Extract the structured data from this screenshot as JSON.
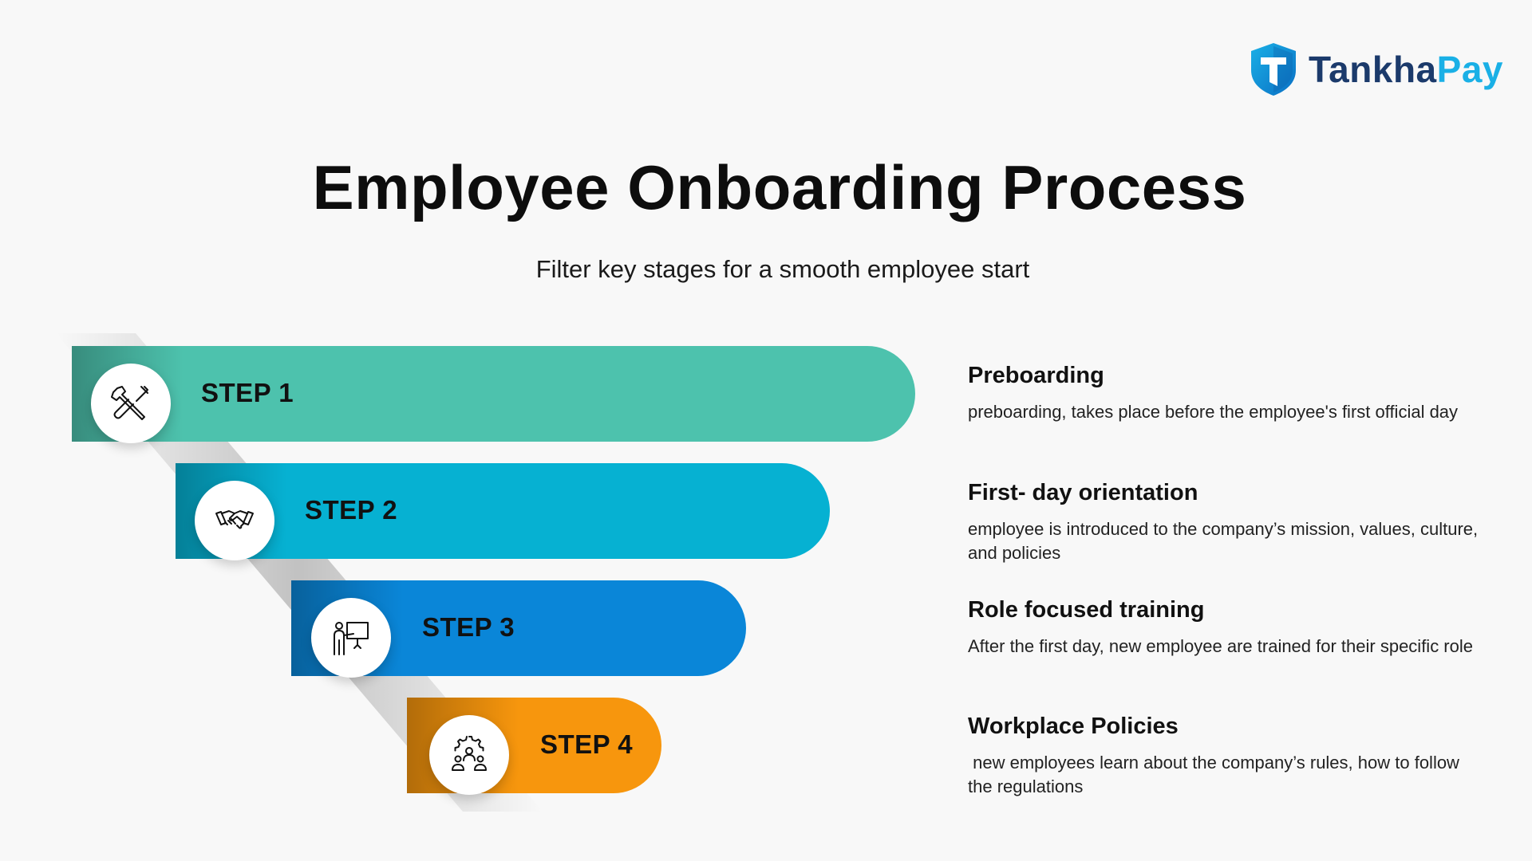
{
  "brand": {
    "name_part1": "Tankha",
    "name_part2": "Pay",
    "colors": {
      "dark": "#1b3a6b",
      "light": "#1ab0e6"
    }
  },
  "title": "Employee Onboarding Process",
  "subtitle": "Filter key stages for a smooth employee start",
  "steps": [
    {
      "label": "STEP 1",
      "icon": "tools-icon",
      "color": "#4dc2ad"
    },
    {
      "label": "STEP 2",
      "icon": "handshake-icon",
      "color": "#06b1d2"
    },
    {
      "label": "STEP 3",
      "icon": "presentation-icon",
      "color": "#0a86d8"
    },
    {
      "label": "STEP 4",
      "icon": "team-gear-icon",
      "color": "#f7960d"
    }
  ],
  "descriptions": [
    {
      "heading": "Preboarding",
      "text": "preboarding, takes place before the employee's first official day"
    },
    {
      "heading": "First- day orientation",
      "text": "employee is introduced to the company’s mission, values, culture, and policies"
    },
    {
      "heading": "Role focused training",
      "text": "After the first day, new employee are trained for their specific role"
    },
    {
      "heading": "Workplace Policies",
      "text": " new employees learn about the company’s rules, how to follow the regulations"
    }
  ]
}
